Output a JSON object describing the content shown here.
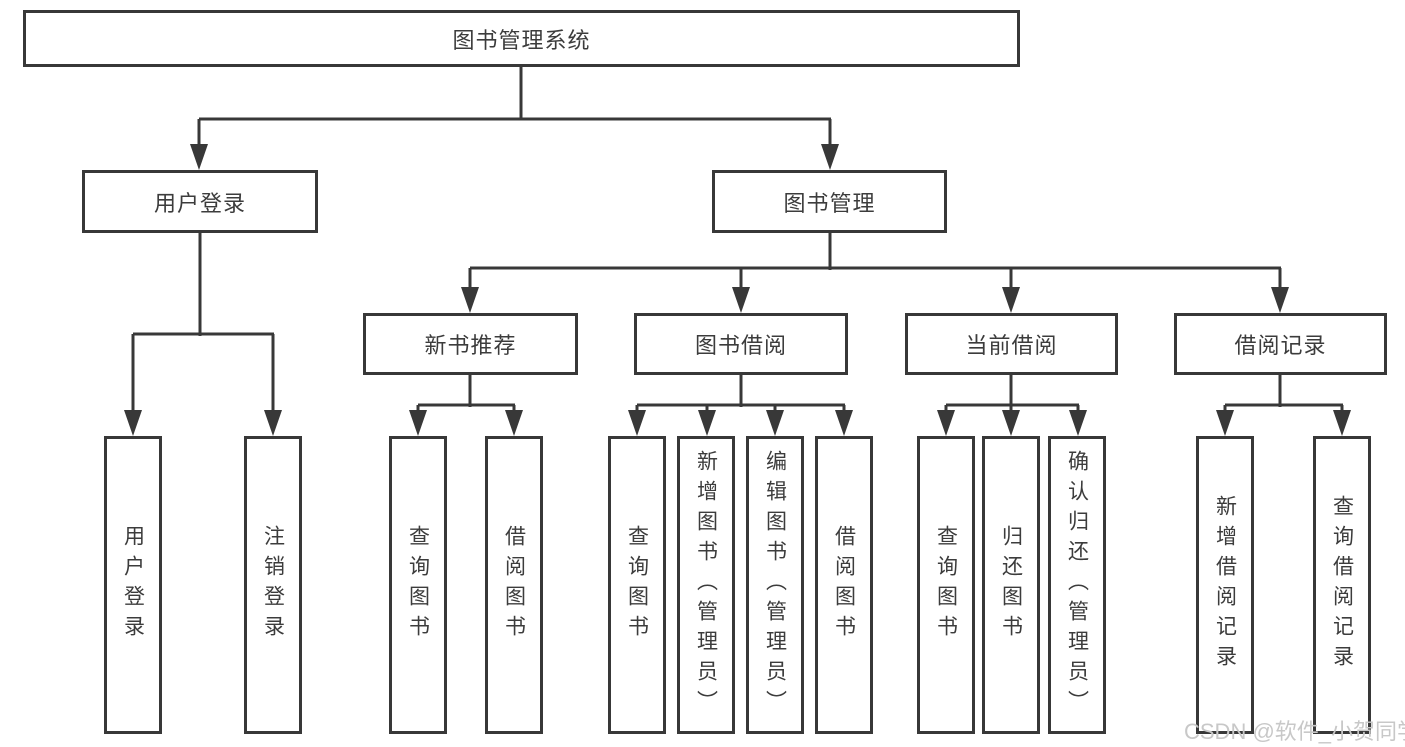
{
  "diagram": {
    "root": "图书管理系统",
    "branches": [
      {
        "label": "用户登录",
        "children": [
          {
            "label": "用户登录"
          },
          {
            "label": "注销登录"
          }
        ]
      },
      {
        "label": "图书管理",
        "children": [
          {
            "label": "新书推荐",
            "children": [
              {
                "label": "查询图书"
              },
              {
                "label": "借阅图书"
              }
            ]
          },
          {
            "label": "图书借阅",
            "children": [
              {
                "label": "查询图书"
              },
              {
                "label": "新增图书（管理员）"
              },
              {
                "label": "编辑图书（管理员）"
              },
              {
                "label": "借阅图书"
              }
            ]
          },
          {
            "label": "当前借阅",
            "children": [
              {
                "label": "查询图书"
              },
              {
                "label": "归还图书"
              },
              {
                "label": "确认归还（管理员）"
              }
            ]
          },
          {
            "label": "借阅记录",
            "children": [
              {
                "label": "新增借阅记录"
              },
              {
                "label": "查询借阅记录"
              }
            ]
          }
        ]
      }
    ]
  },
  "watermark": "CSDN @软件_小贺同学",
  "colors": {
    "line": "#383838",
    "text": "#3c3c3c",
    "watermark": "#c8c8c8",
    "background": "#ffffff"
  }
}
